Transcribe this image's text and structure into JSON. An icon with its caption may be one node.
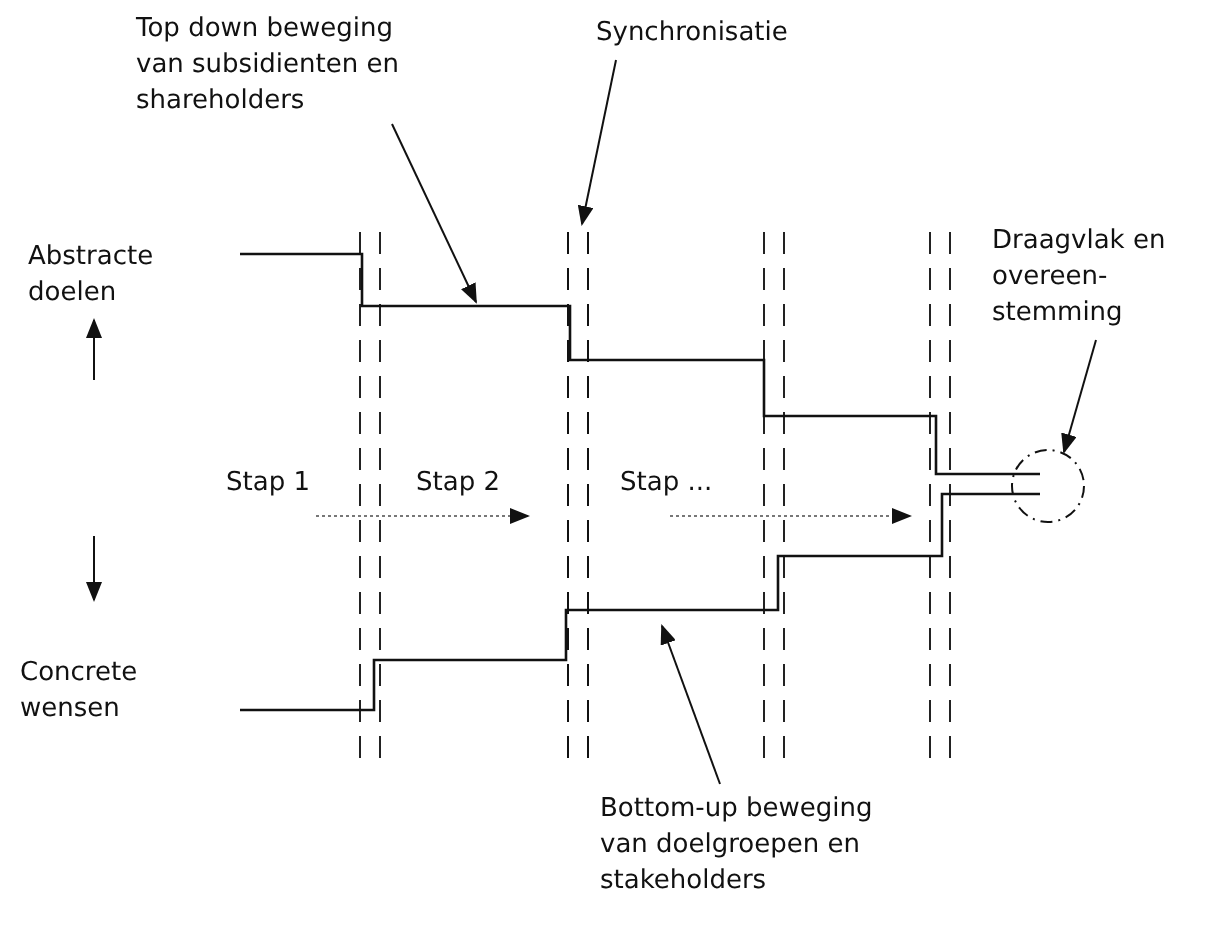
{
  "diagram": {
    "nodes": [
      {
        "text": [
          "Top down beweging van subsidienten en shareholders"
        ]
      },
      {
        "text": [],
        "shape": "line"
      },
      {
        "text": [
          "Synchronisatie"
        ]
      },
      {
        "text": [],
        "shape": "line"
      },
      {
        "text": [
          "Draagvlak en overeen- stemming"
        ]
      },
      {
        "text": [],
        "shape": "circle"
      },
      {
        "text": [
          "Bottom-up beweging van doelgroepen en stakeholders"
        ]
      },
      {
        "text": [],
        "shape": "line"
      },
      {
        "text": [
          "Abstracte doelen"
        ]
      },
      {
        "text": [
          "Concrete wensen"
        ]
      }
    ],
    "edges": [
      {
        "from": 0,
        "to": 1,
        "arrow": "to"
      },
      {
        "from": 2,
        "to": 3,
        "arrow": "to"
      },
      {
        "from": 4,
        "to": 5,
        "arrow": "to"
      },
      {
        "from": 6,
        "to": 7,
        "arrow": "to"
      }
    ],
    "labels": [
      "Stap 1",
      "Stap 2",
      "Stap ..."
    ]
  }
}
